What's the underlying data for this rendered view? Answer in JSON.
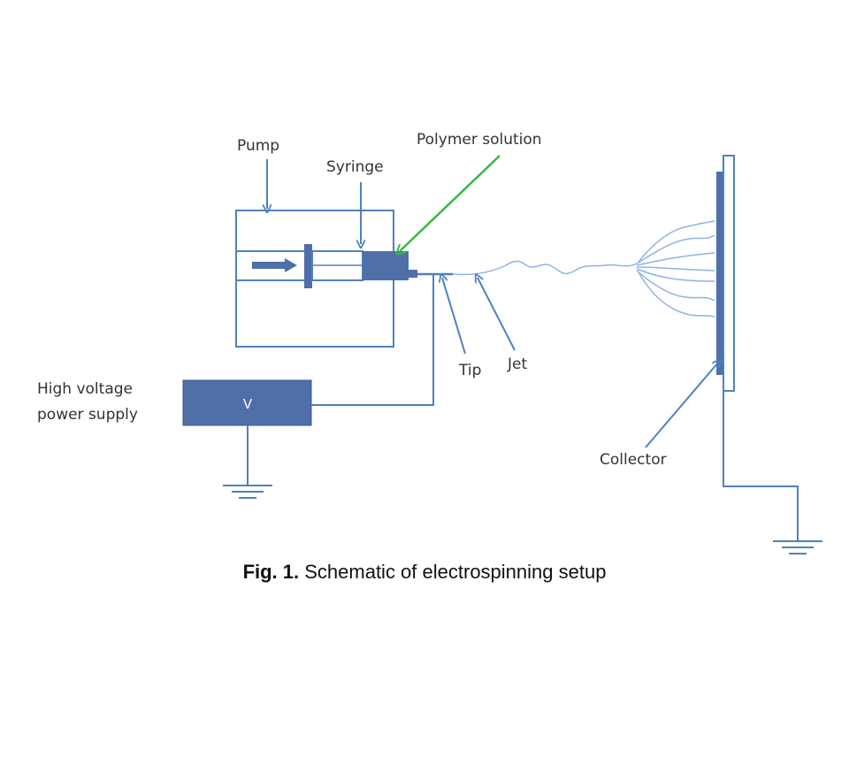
{
  "labels": {
    "pump": "Pump",
    "syringe": "Syringe",
    "polymer_solution": "Polymer solution",
    "tip": "Tip",
    "jet": "Jet",
    "power_supply_line1": "High voltage",
    "power_supply_line2": "power supply",
    "voltage_symbol": "V",
    "collector": "Collector"
  },
  "caption": {
    "prefix": "Fig. 1.",
    "text": " Schematic of electrospinning setup"
  },
  "colors": {
    "line": "#4f81bd",
    "fill": "#4f6fa8",
    "pointer_green": "#33bb44",
    "jet": "#8eb4e3"
  }
}
